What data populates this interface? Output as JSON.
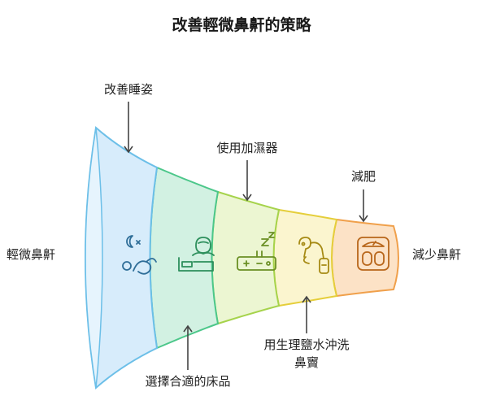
{
  "title": "改善輕微鼻鼾的策略",
  "left_label": "輕微鼻鼾",
  "right_label": "減少鼻鼾",
  "stages": [
    {
      "label": "改善睡姿",
      "icon": "sleep-position-icon"
    },
    {
      "label": "選擇合適的床品",
      "icon": "bed-person-icon"
    },
    {
      "label": "使用加濕器",
      "icon": "humidifier-icon"
    },
    {
      "label_lines": [
        "用生理鹽水沖洗",
        "鼻竇"
      ],
      "icon": "nasal-rinse-icon"
    },
    {
      "label": "減肥",
      "icon": "scale-icon"
    }
  ],
  "colors": {
    "seg1_fill": "#d7ecfb",
    "seg1_stroke": "#6cbfe8",
    "seg2_fill": "#d2f1e2",
    "seg2_stroke": "#4cc78a",
    "seg3_fill": "#ecf6d2",
    "seg3_stroke": "#a6d34c",
    "seg4_fill": "#fbf5cf",
    "seg4_stroke": "#e5ce3a",
    "seg5_fill": "#fce2c6",
    "seg5_stroke": "#f0a04b",
    "arrow": "#444444"
  }
}
